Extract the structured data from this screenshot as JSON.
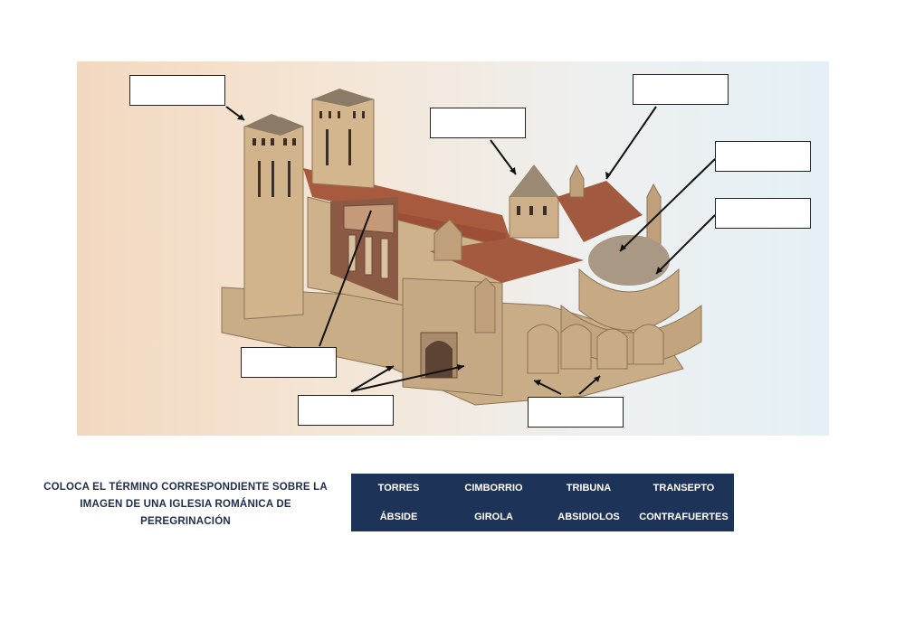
{
  "instruction": "COLOCA EL TÉRMINO CORRESPONDIENTE SOBRE LA IMAGEN DE UNA IGLESIA ROMÁNICA DE PEREGRINACIÓN",
  "word_bank": [
    "TORRES",
    "CIMBORRIO",
    "TRIBUNA",
    "TRANSEPTO",
    "ÁBSIDE",
    "GIROLA",
    "ABSIDIOLOS",
    "CONTRAFUERTES"
  ],
  "drop_boxes": [
    "",
    "",
    "",
    "",
    "",
    "",
    "",
    ""
  ],
  "colors": {
    "word_bank_bg": "#1e3358",
    "word_text": "#ffffff",
    "instruction_text": "#1e2d4a",
    "stone": "#c8ad88",
    "roof": "#a0573f"
  }
}
